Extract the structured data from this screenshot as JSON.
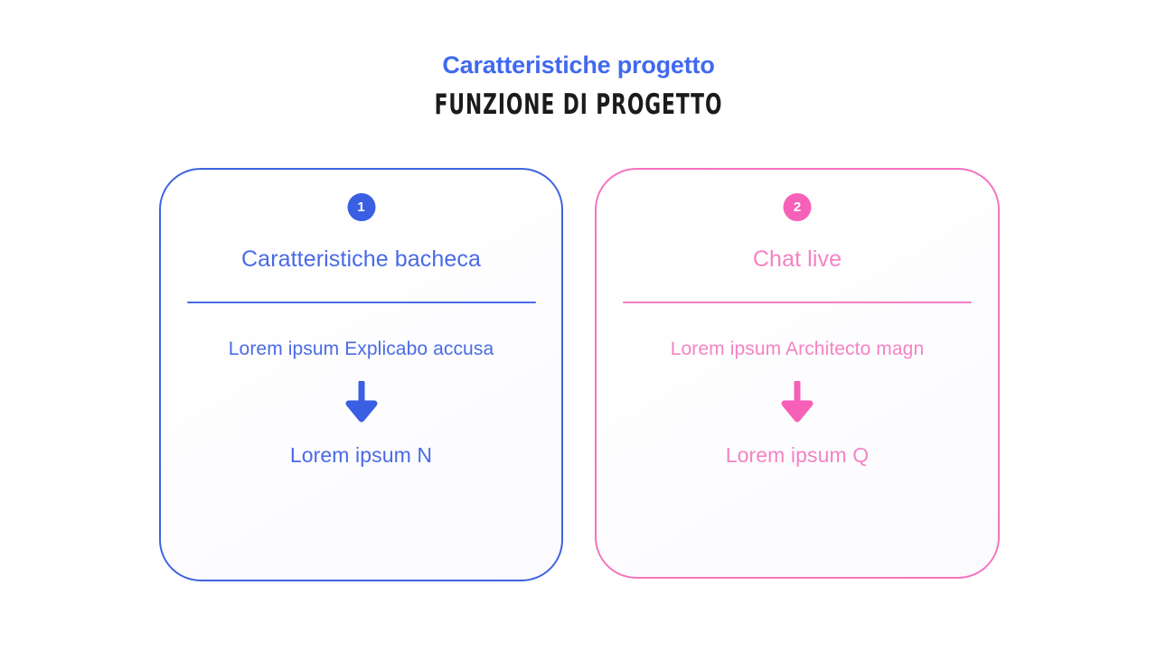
{
  "header": {
    "eyebrow": "Caratteristiche progetto",
    "title": "FUNZIONE DI PROGETTO"
  },
  "colors": {
    "blue_accent": "#3f63e0",
    "blue_text": "#4a6ae6",
    "blue_badge": "#3b5fe2",
    "pink_accent": "#f573bf",
    "pink_text": "#f583c3",
    "pink_badge": "#f760b8",
    "title_dark": "#1b1b1b",
    "background": "#ffffff"
  },
  "cards": [
    {
      "badge": "1",
      "heading": "Caratteristiche bacheca",
      "body_first": "Lorem ipsum Explicabo accusa",
      "arrow_icon": "arrow-down-icon",
      "body_second": "Lorem ipsum N"
    },
    {
      "badge": "2",
      "heading": "Chat live",
      "body_first": "Lorem ipsum Architecto magn",
      "arrow_icon": "arrow-down-icon",
      "body_second": "Lorem ipsum Q"
    }
  ]
}
